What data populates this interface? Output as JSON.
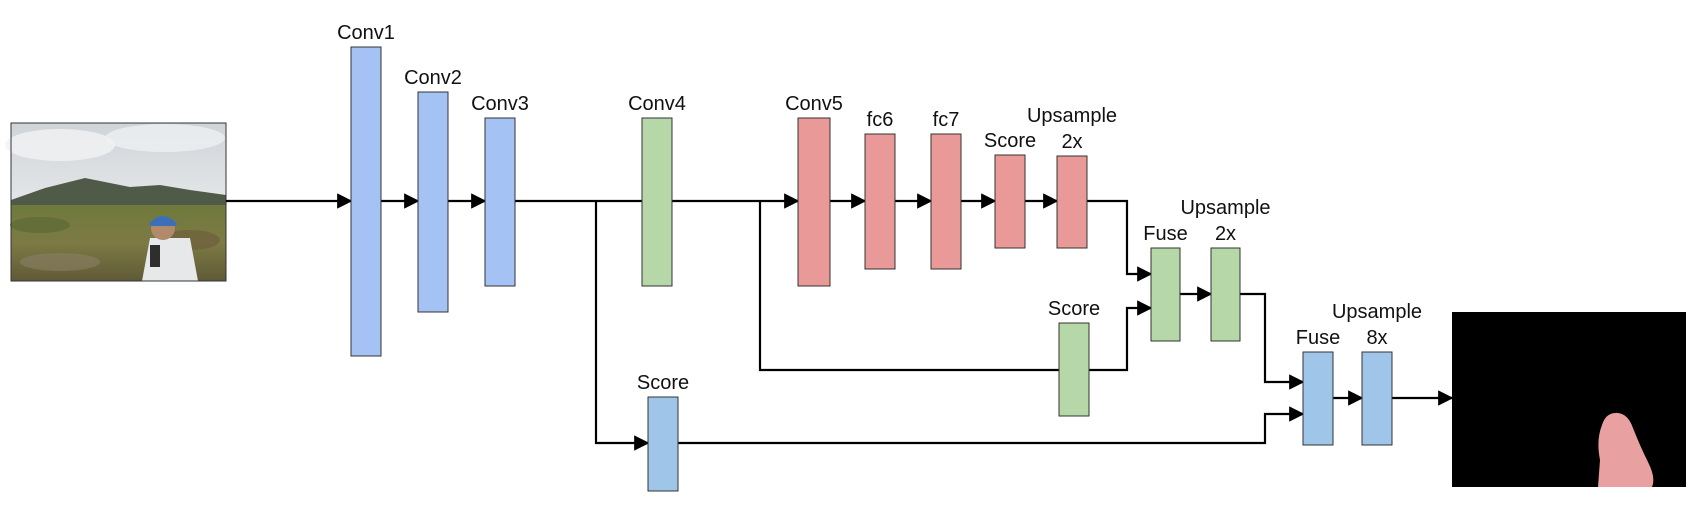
{
  "colors": {
    "conv_blue": "#a4c2f4",
    "conv_green": "#b6d7a8",
    "conv_red": "#ea9999",
    "score_blue": "#9fc5e8",
    "stroke": "#333333",
    "mask_background": "#000000",
    "mask_object": "#e8a0a0"
  },
  "nodes": [
    {
      "id": "conv1",
      "label_lines": [
        "Conv1"
      ],
      "color": "conv_blue"
    },
    {
      "id": "conv2",
      "label_lines": [
        "Conv2"
      ],
      "color": "conv_blue"
    },
    {
      "id": "conv3",
      "label_lines": [
        "Conv3"
      ],
      "color": "conv_blue"
    },
    {
      "id": "conv4",
      "label_lines": [
        "Conv4"
      ],
      "color": "conv_green"
    },
    {
      "id": "conv5",
      "label_lines": [
        "Conv5"
      ],
      "color": "conv_red"
    },
    {
      "id": "fc6",
      "label_lines": [
        "fc6"
      ],
      "color": "conv_red"
    },
    {
      "id": "fc7",
      "label_lines": [
        "fc7"
      ],
      "color": "conv_red"
    },
    {
      "id": "score-top",
      "label_lines": [
        "Score"
      ],
      "color": "conv_red"
    },
    {
      "id": "upsample-top",
      "label_lines": [
        "Upsample",
        "2x"
      ],
      "color": "conv_red"
    },
    {
      "id": "fuse-mid",
      "label_lines": [
        "Fuse"
      ],
      "color": "conv_green"
    },
    {
      "id": "upsample-mid",
      "label_lines": [
        "Upsample",
        "2x"
      ],
      "color": "conv_green"
    },
    {
      "id": "score-mid",
      "label_lines": [
        "Score"
      ],
      "color": "conv_green"
    },
    {
      "id": "score-bottom",
      "label_lines": [
        "Score"
      ],
      "color": "score_blue"
    },
    {
      "id": "fuse-final",
      "label_lines": [
        "Fuse"
      ],
      "color": "score_blue"
    },
    {
      "id": "upsample-final",
      "label_lines": [
        "Upsample",
        "8x"
      ],
      "color": "score_blue"
    }
  ],
  "images": [
    {
      "id": "input-photo",
      "description": "input-image"
    },
    {
      "id": "output-mask",
      "description": "segmentation-output"
    }
  ]
}
